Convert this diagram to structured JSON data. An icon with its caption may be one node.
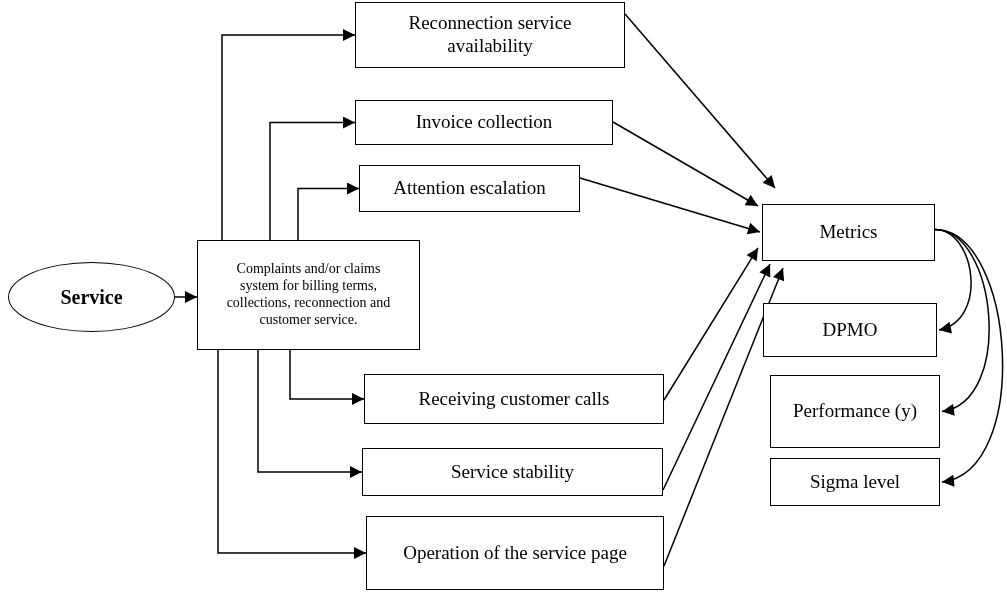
{
  "diagram": {
    "nodes": [
      {
        "text": [
          "Service"
        ]
      },
      {
        "text": [
          "Complaints and/or claims system for billing terms, collections, reconnection and customer service."
        ]
      },
      {
        "text": [
          "Reconnection service availability"
        ]
      },
      {
        "text": [
          "Invoice collection"
        ]
      },
      {
        "text": [
          "Attention escalation"
        ]
      },
      {
        "text": [
          "Metrics"
        ]
      },
      {
        "text": [
          "Receiving customer calls"
        ]
      },
      {
        "text": [
          "Service stability"
        ]
      },
      {
        "text": [
          "Operation of the service page"
        ]
      },
      {
        "text": [
          "DPMO"
        ]
      },
      {
        "text": [
          "Performance (y)"
        ]
      },
      {
        "text": [
          "Sigma level"
        ]
      }
    ],
    "edges": [
      {
        "from": 0,
        "to": 1,
        "arrow": "to"
      },
      {
        "from": 1,
        "to": 2,
        "arrow": "to"
      },
      {
        "from": 1,
        "to": 3,
        "arrow": "to"
      },
      {
        "from": 1,
        "to": 4,
        "arrow": "to"
      },
      {
        "from": 1,
        "to": 6,
        "arrow": "to"
      },
      {
        "from": 1,
        "to": 7,
        "arrow": "to"
      },
      {
        "from": 1,
        "to": 8,
        "arrow": "to"
      },
      {
        "from": 2,
        "to": 5,
        "arrow": "to"
      },
      {
        "from": 3,
        "to": 5,
        "arrow": "to"
      },
      {
        "from": 4,
        "to": 5,
        "arrow": "to"
      },
      {
        "from": 6,
        "to": 5,
        "arrow": "to"
      },
      {
        "from": 7,
        "to": 5,
        "arrow": "to"
      },
      {
        "from": 8,
        "to": 5,
        "arrow": "to"
      },
      {
        "from": 5,
        "to": 9,
        "arrow": "to"
      },
      {
        "from": 5,
        "to": 10,
        "arrow": "to"
      },
      {
        "from": 5,
        "to": 11,
        "arrow": "to"
      }
    ]
  }
}
